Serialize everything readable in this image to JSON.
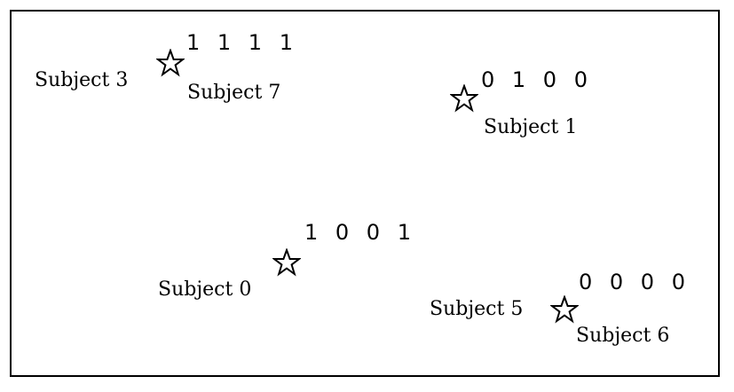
{
  "icon": "star-outline-icon",
  "stroke_color": "#000000",
  "points": [
    {
      "id": "p1",
      "code": "1 1 1 1",
      "labels": [
        "Subject 3",
        "Subject 7"
      ]
    },
    {
      "id": "p2",
      "code": "0 1 0 0",
      "labels": [
        "Subject 1"
      ]
    },
    {
      "id": "p3",
      "code": "1 0 0 1",
      "labels": [
        "Subject 0"
      ]
    },
    {
      "id": "p4",
      "code": "0 0 0 0",
      "labels": [
        "Subject 5",
        "Subject 6"
      ]
    }
  ]
}
